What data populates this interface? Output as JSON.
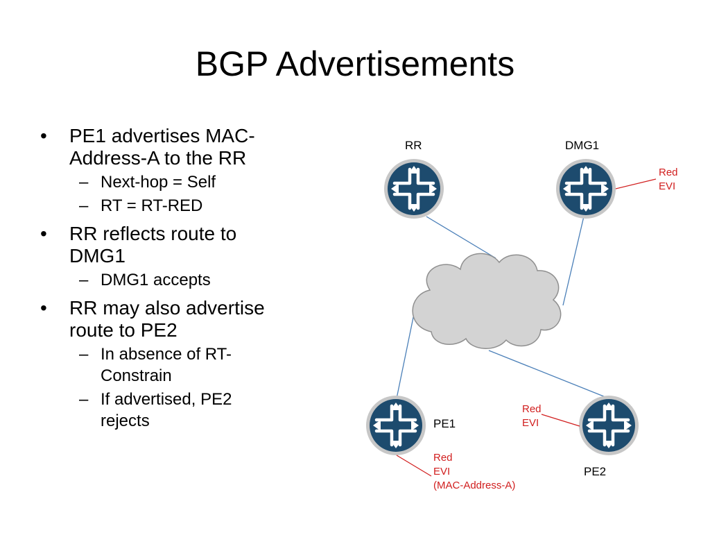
{
  "slide": {
    "title": "BGP Advertisements"
  },
  "bullets": [
    {
      "text": "PE1 advertises MAC-Address-A to the RR",
      "lines": [
        "PE1 advertises MAC-",
        "Address-A to the RR"
      ],
      "sub": [
        {
          "lines": [
            "Next-hop = Self"
          ]
        },
        {
          "lines": [
            "RT = RT-RED"
          ]
        }
      ]
    },
    {
      "text": "RR reflects route to DMG1",
      "lines": [
        "RR reflects route to",
        "DMG1"
      ],
      "sub": [
        {
          "lines": [
            "DMG1 accepts"
          ]
        }
      ]
    },
    {
      "text": "RR may also advertise route to PE2",
      "lines": [
        "RR may also advertise",
        "route to PE2"
      ],
      "sub": [
        {
          "lines": [
            "In absence of RT-",
            "Constrain"
          ]
        },
        {
          "lines": [
            "If advertised, PE2",
            "rejects"
          ]
        }
      ]
    }
  ],
  "diagram": {
    "routers": {
      "rr": "RR",
      "dmg1": "DMG1",
      "pe1": "PE1",
      "pe2": "PE2"
    },
    "evi_labels": {
      "dmg1": [
        "Red",
        "EVI"
      ],
      "pe2": [
        "Red",
        "EVI"
      ],
      "pe1": [
        "Red",
        "EVI",
        "(MAC-Address-A)"
      ]
    },
    "colors": {
      "router_fill": "#1d4b6e",
      "router_ring": "#c7c7c7",
      "cloud_fill": "#d3d3d3",
      "link": "#4a7fb8",
      "evi": "#d11e1e"
    },
    "icons": {
      "router": "router-icon",
      "network": "cloud-icon"
    }
  }
}
